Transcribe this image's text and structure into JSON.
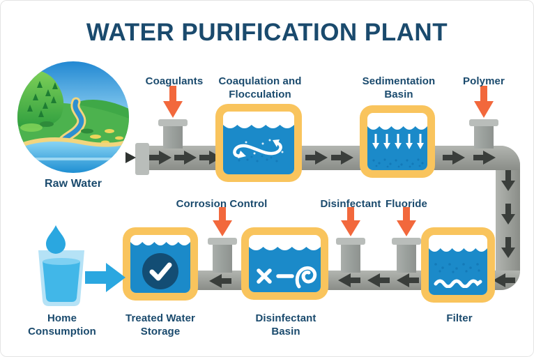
{
  "title": "WATER PURIFICATION PLANT",
  "labels": {
    "raw_water": "Raw Water",
    "coagulants": "Coagulants",
    "coag_floc_1": "Coaqulation and",
    "coag_floc_2": "Flocculation",
    "sedimentation_1": "Sedimentation",
    "sedimentation_2": "Basin",
    "polymer": "Polymer",
    "corrosion_control": "Corrosion Control",
    "disinfectant": "Disinfectant",
    "fluoride": "Fluoride",
    "filter": "Filter",
    "disinfectant_basin_1": "Disinfectant",
    "disinfectant_basin_2": "Basin",
    "treated_1": "Treated Water",
    "treated_2": "Storage",
    "home_1": "Home",
    "home_2": "Consumption"
  },
  "icons": {
    "coag_floc": "mixing-swirl-icon",
    "sedimentation": "settling-arrows-icon",
    "filter": "filter-wave-icon",
    "disinfectant_basin": "x-dash-spiral-icon",
    "treated_storage": "checkmark-badge-icon",
    "home": "water-glass-icon",
    "source": "river-landscape-icon",
    "dosing": "orange-down-arrow-icon",
    "flow": "dark-flow-arrow-icon"
  },
  "colors": {
    "navy_text": "#1a4a6d",
    "dosing_orange": "#f2683c",
    "tank_yellow": "#f9c45d",
    "water_blue": "#1b8ac9",
    "pipe_gray": "#a0a39e",
    "flow_arrow_dark": "#3a3e3b",
    "treated_badge_navy": "#134d74",
    "consumption_blue": "#2aa7e0"
  }
}
